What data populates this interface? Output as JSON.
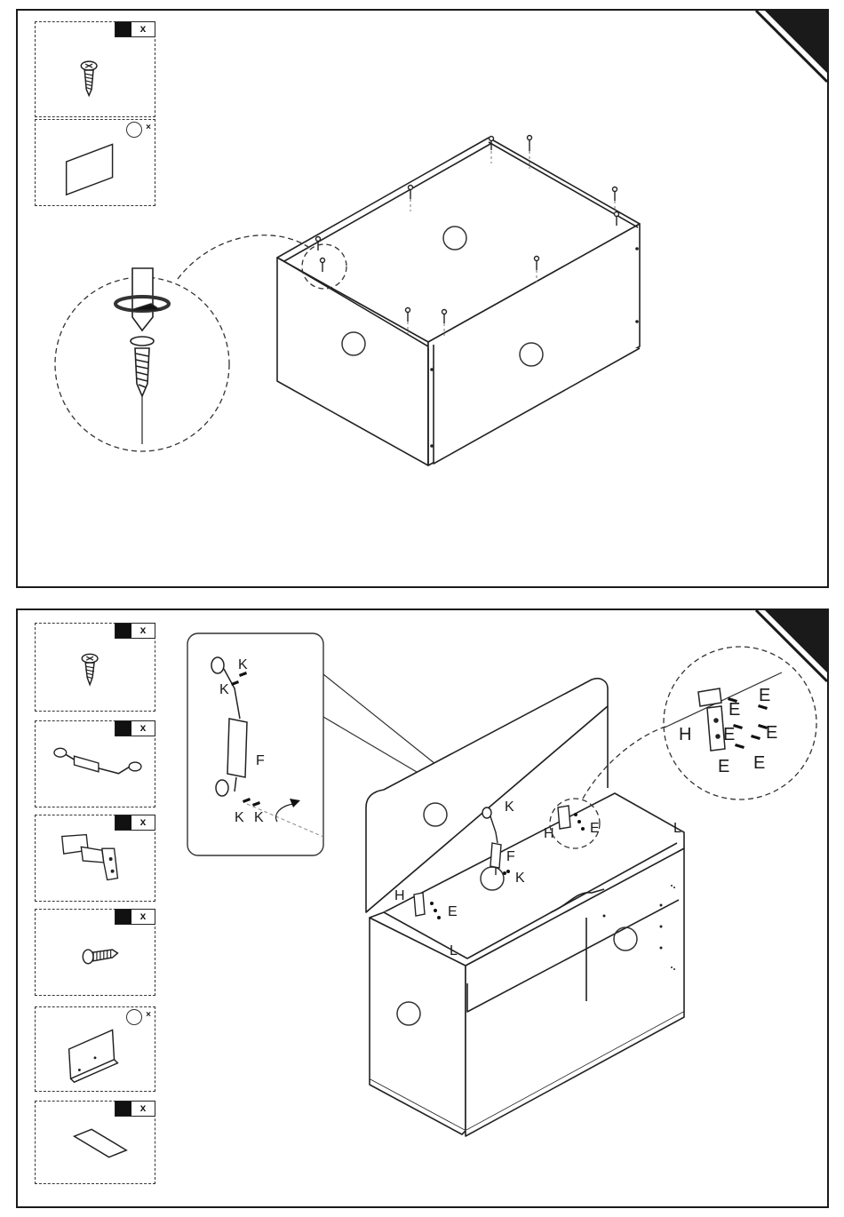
{
  "qty_mark": "x",
  "circle_mark": "×",
  "panel_1": {
    "parts": [
      {
        "name": "screw",
        "icon": "screw-icon",
        "tag": "qty"
      },
      {
        "name": "card",
        "icon": "card-icon",
        "tag": "circle"
      }
    ]
  },
  "panel_2": {
    "parts": [
      {
        "name": "screw",
        "icon": "screw-icon",
        "tag": "qty"
      },
      {
        "name": "lid-stay",
        "icon": "lid-stay-icon",
        "tag": "qty"
      },
      {
        "name": "hinge",
        "icon": "hinge-icon",
        "tag": "qty"
      },
      {
        "name": "long-screw",
        "icon": "long-screw-icon",
        "tag": "qty"
      },
      {
        "name": "plate",
        "icon": "plate-icon",
        "tag": "circle"
      },
      {
        "name": "strip",
        "icon": "strip-icon",
        "tag": "qty"
      }
    ],
    "labels": {
      "k": "K",
      "f": "F",
      "h": "H",
      "e": "E",
      "l": "L"
    }
  }
}
